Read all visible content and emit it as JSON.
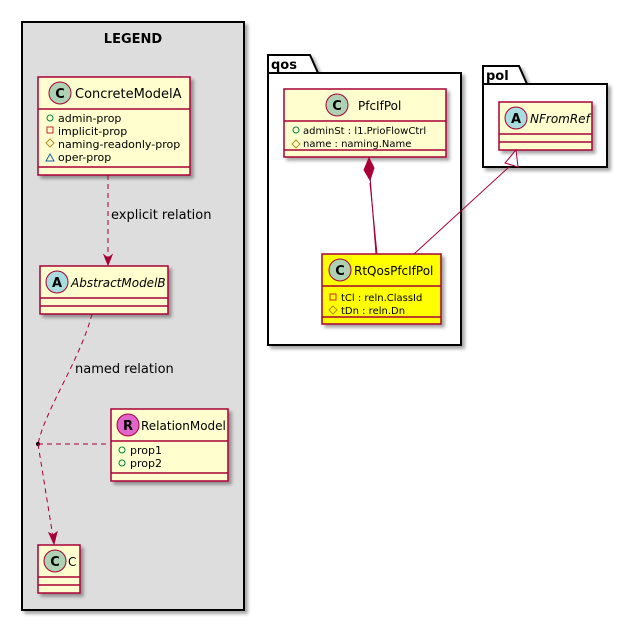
{
  "legend": {
    "title": "LEGEND",
    "concrete": {
      "stereotype": "C",
      "name": "ConcreteModelA",
      "props": [
        {
          "vis": "public",
          "name": "admin-prop"
        },
        {
          "vis": "private",
          "name": "implicit-prop"
        },
        {
          "vis": "protected",
          "name": "naming-readonly-prop"
        },
        {
          "vis": "package",
          "name": "oper-prop"
        }
      ]
    },
    "explicit_label": "explicit relation",
    "abstract": {
      "stereotype": "A",
      "name": "AbstractModelB"
    },
    "named_label": "named relation",
    "relation": {
      "stereotype": "R",
      "name": "RelationModel",
      "props": [
        {
          "vis": "public",
          "name": "prop1"
        },
        {
          "vis": "public",
          "name": "prop2"
        }
      ]
    },
    "c_class": {
      "stereotype": "C",
      "name": "C"
    }
  },
  "qos": {
    "package": "qos",
    "pfc": {
      "stereotype": "C",
      "name": "PfcIfPol",
      "props": [
        {
          "vis": "public",
          "name": "adminSt : l1.PrioFlowCtrl"
        },
        {
          "vis": "protected",
          "name": "name : naming.Name"
        }
      ]
    },
    "rt": {
      "stereotype": "C",
      "name": "RtQosPfcIfPol",
      "props": [
        {
          "vis": "private",
          "name": "tCl : reln.ClassId"
        },
        {
          "vis": "protected",
          "name": "tDn : reln.Dn"
        }
      ]
    }
  },
  "pol": {
    "package": "pol",
    "nfrom": {
      "stereotype": "A",
      "name": "NFromRef"
    }
  },
  "colors": {
    "class_fill": "#FEFECE",
    "border": "#A80036",
    "highlight": "#FFFF00",
    "legend_bg": "#DDDDDD",
    "circle_c": "#ADD1B2",
    "circle_a": "#A9DCDF",
    "circle_r": "#E066CC"
  }
}
